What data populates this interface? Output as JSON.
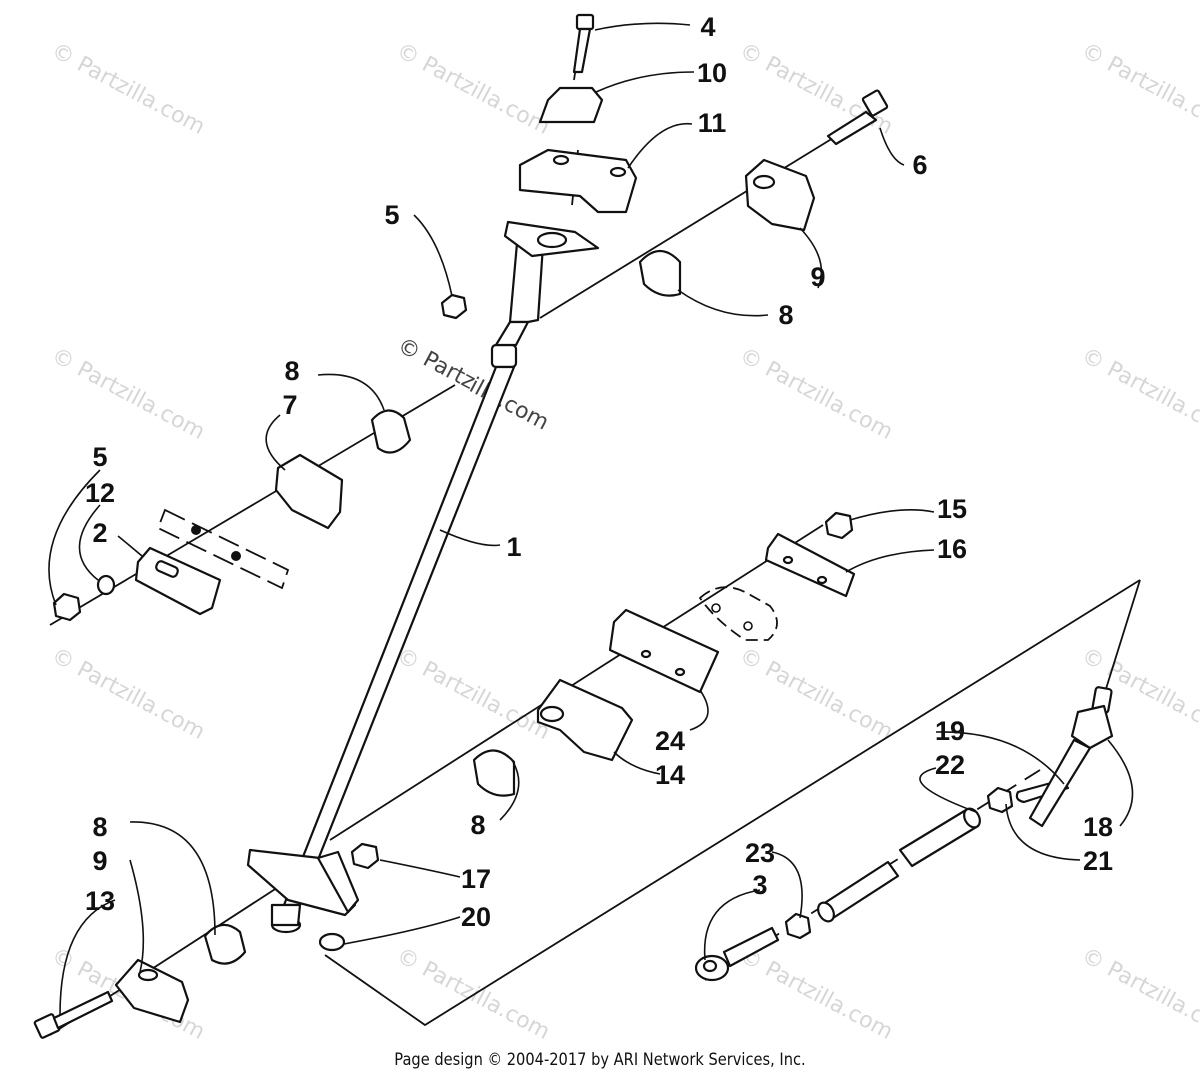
{
  "watermark": {
    "text": "© Partzilla.com",
    "center_top": "© Partz",
    "center_bottom": "illa.com"
  },
  "callouts": {
    "c4": "4",
    "c10": "10",
    "c11": "11",
    "c6": "6",
    "c5a": "5",
    "c9a": "9",
    "c8a": "8",
    "c8b": "8",
    "c7": "7",
    "c5b": "5",
    "c12": "12",
    "c2": "2",
    "c1": "1",
    "c15": "15",
    "c16": "16",
    "c24": "24",
    "c14": "14",
    "c8c": "8",
    "c19": "19",
    "c22": "22",
    "c18": "18",
    "c21": "21",
    "c8d": "8",
    "c9b": "9",
    "c13": "13",
    "c17": "17",
    "c20": "20",
    "c23": "23",
    "c3": "3"
  },
  "footer": "Page design © 2004-2017 by ARI Network Services, Inc."
}
